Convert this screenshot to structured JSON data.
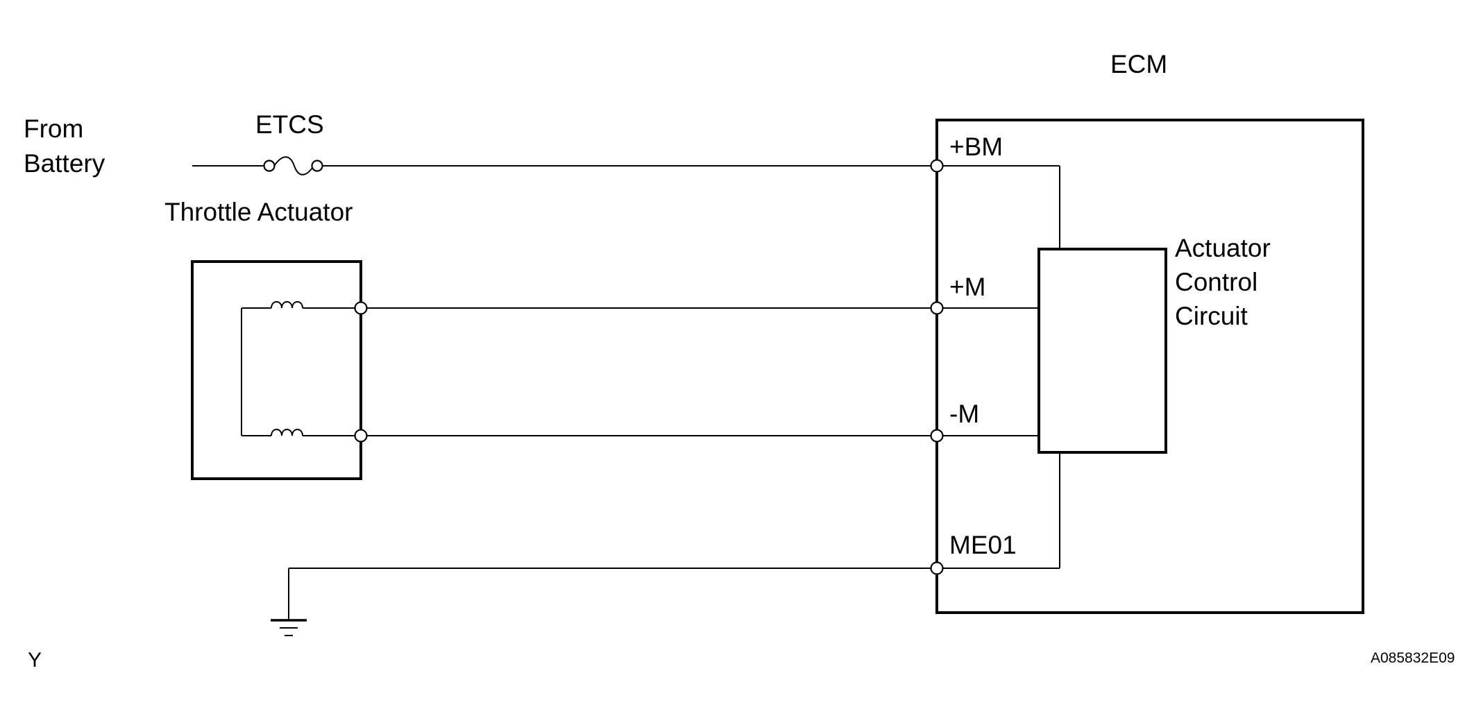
{
  "labels": {
    "ecm": "ECM",
    "from": "From",
    "battery": "Battery",
    "fuse": "ETCS",
    "throttle_actuator": "Throttle Actuator",
    "acc_line1": "Actuator",
    "acc_line2": "Control",
    "acc_line3": "Circuit",
    "corner_left": "Y",
    "figure_code": "A085832E09"
  },
  "terminals": {
    "bm": "+BM",
    "m_plus": "+M",
    "m_minus": "-M",
    "me01": "ME01"
  },
  "colors": {
    "line": "#000000",
    "background": "#ffffff"
  }
}
